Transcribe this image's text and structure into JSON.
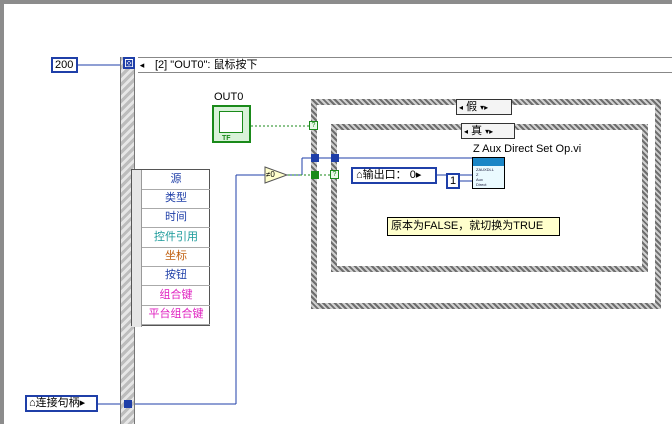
{
  "diagram": {
    "constant_200": "200",
    "event_case_label": "[2] \"OUT0\": 鼠标按下",
    "timeout_terminal": "⊠",
    "event_arrows": "◂",
    "out0_label": "OUT0",
    "out0_tf": "TF",
    "outer_case_selector": "假",
    "inner_case_selector": "真",
    "subvi_title": "Z Aux Direct Set Op.vi",
    "subvi_icon_lines": [
      "ZAUXDLL",
      "Z",
      "Aux",
      "Direct"
    ],
    "output_port_label": "输出口：",
    "output_port_value": "0",
    "constant_1": "1",
    "comment": "原本为FALSE，就切换为TRUE",
    "not_equal_zero": "≠0",
    "bool_tunnel_glyph": "?",
    "unbundle_items": [
      {
        "label": "源",
        "color": "#1f3fa8"
      },
      {
        "label": "类型",
        "color": "#1f3fa8"
      },
      {
        "label": "时间",
        "color": "#1f3fa8"
      },
      {
        "label": "控件引用",
        "color": "#1a9a9a"
      },
      {
        "label": "坐标",
        "color": "#c06010"
      },
      {
        "label": "按钮",
        "color": "#1f3fa8"
      },
      {
        "label": "组合键",
        "color": "#e020c0"
      },
      {
        "label": "平台组合键",
        "color": "#e020c0"
      }
    ],
    "reference_control_label": "连接句柄"
  },
  "colors": {
    "numeric_wire": "#1f3fa8",
    "boolean_wire": "#1a8a1a",
    "frame_gray": "#8c8c8c"
  }
}
